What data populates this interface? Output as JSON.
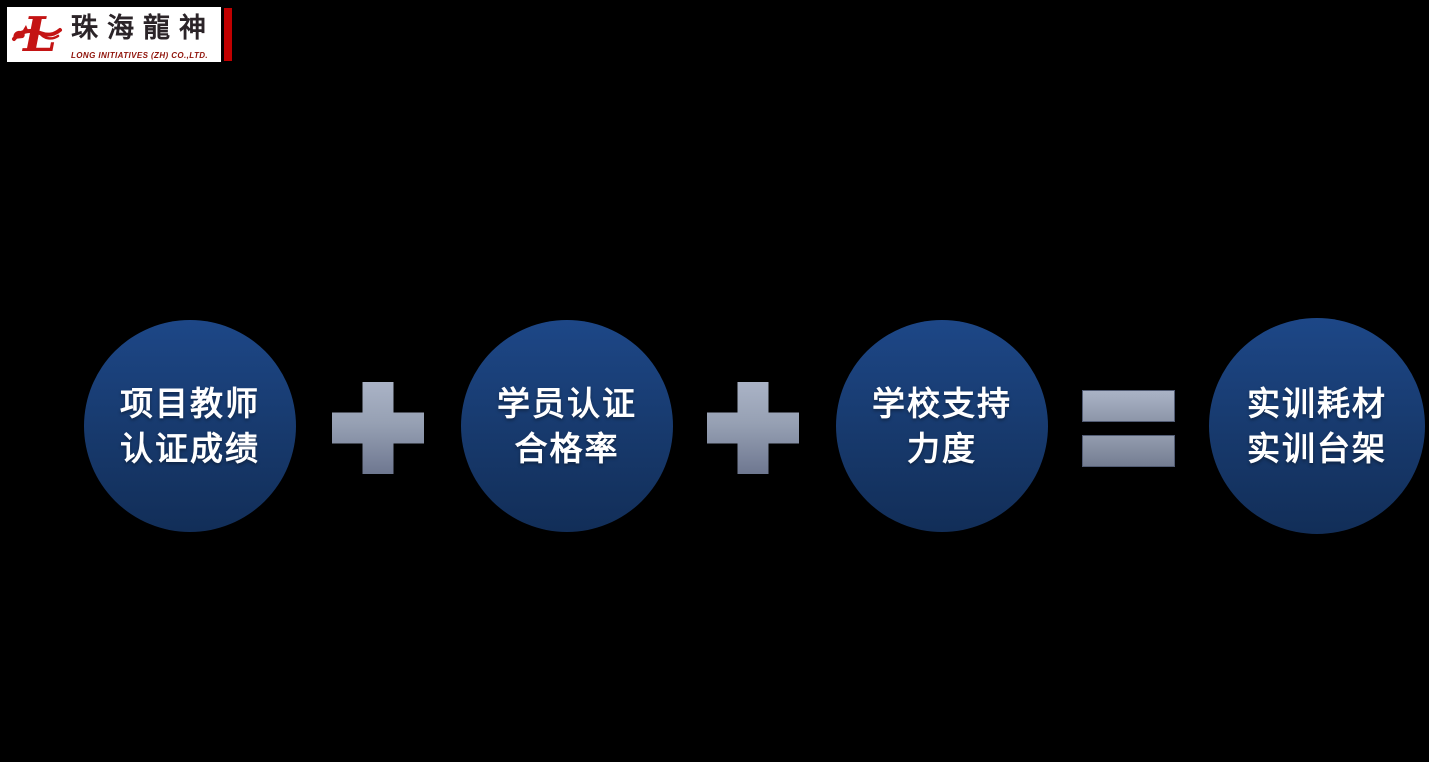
{
  "background": "#000000",
  "logo": {
    "brand_cn": "珠海龍神",
    "brand_en": "LONG INITIATIVES (ZH) CO.,LTD.",
    "mark": "dragon-L-monogram",
    "colors": {
      "box_bg": "#ffffff",
      "mark_red": "#c41414",
      "accent_bar_red": "#c00000",
      "cn_text": "#2b2428",
      "en_text": "#8f1209"
    }
  },
  "equation": {
    "circles": [
      {
        "lines": [
          "项目教师",
          "认证成绩"
        ]
      },
      {
        "lines": [
          "学员认证",
          "合格率"
        ]
      },
      {
        "lines": [
          "学校支持",
          "力度"
        ]
      },
      {
        "lines": [
          "实训耗材",
          "实训台架"
        ]
      }
    ],
    "operators": [
      {
        "symbol": "plus"
      },
      {
        "symbol": "plus"
      },
      {
        "symbol": "equals"
      }
    ],
    "colors": {
      "circle_gradient_top": "#1d4787",
      "circle_gradient_bottom": "#122e58",
      "circle_text": "#ffffff",
      "operator_gradient_top": "#aab3c6",
      "operator_gradient_bottom": "#6e7790"
    }
  }
}
